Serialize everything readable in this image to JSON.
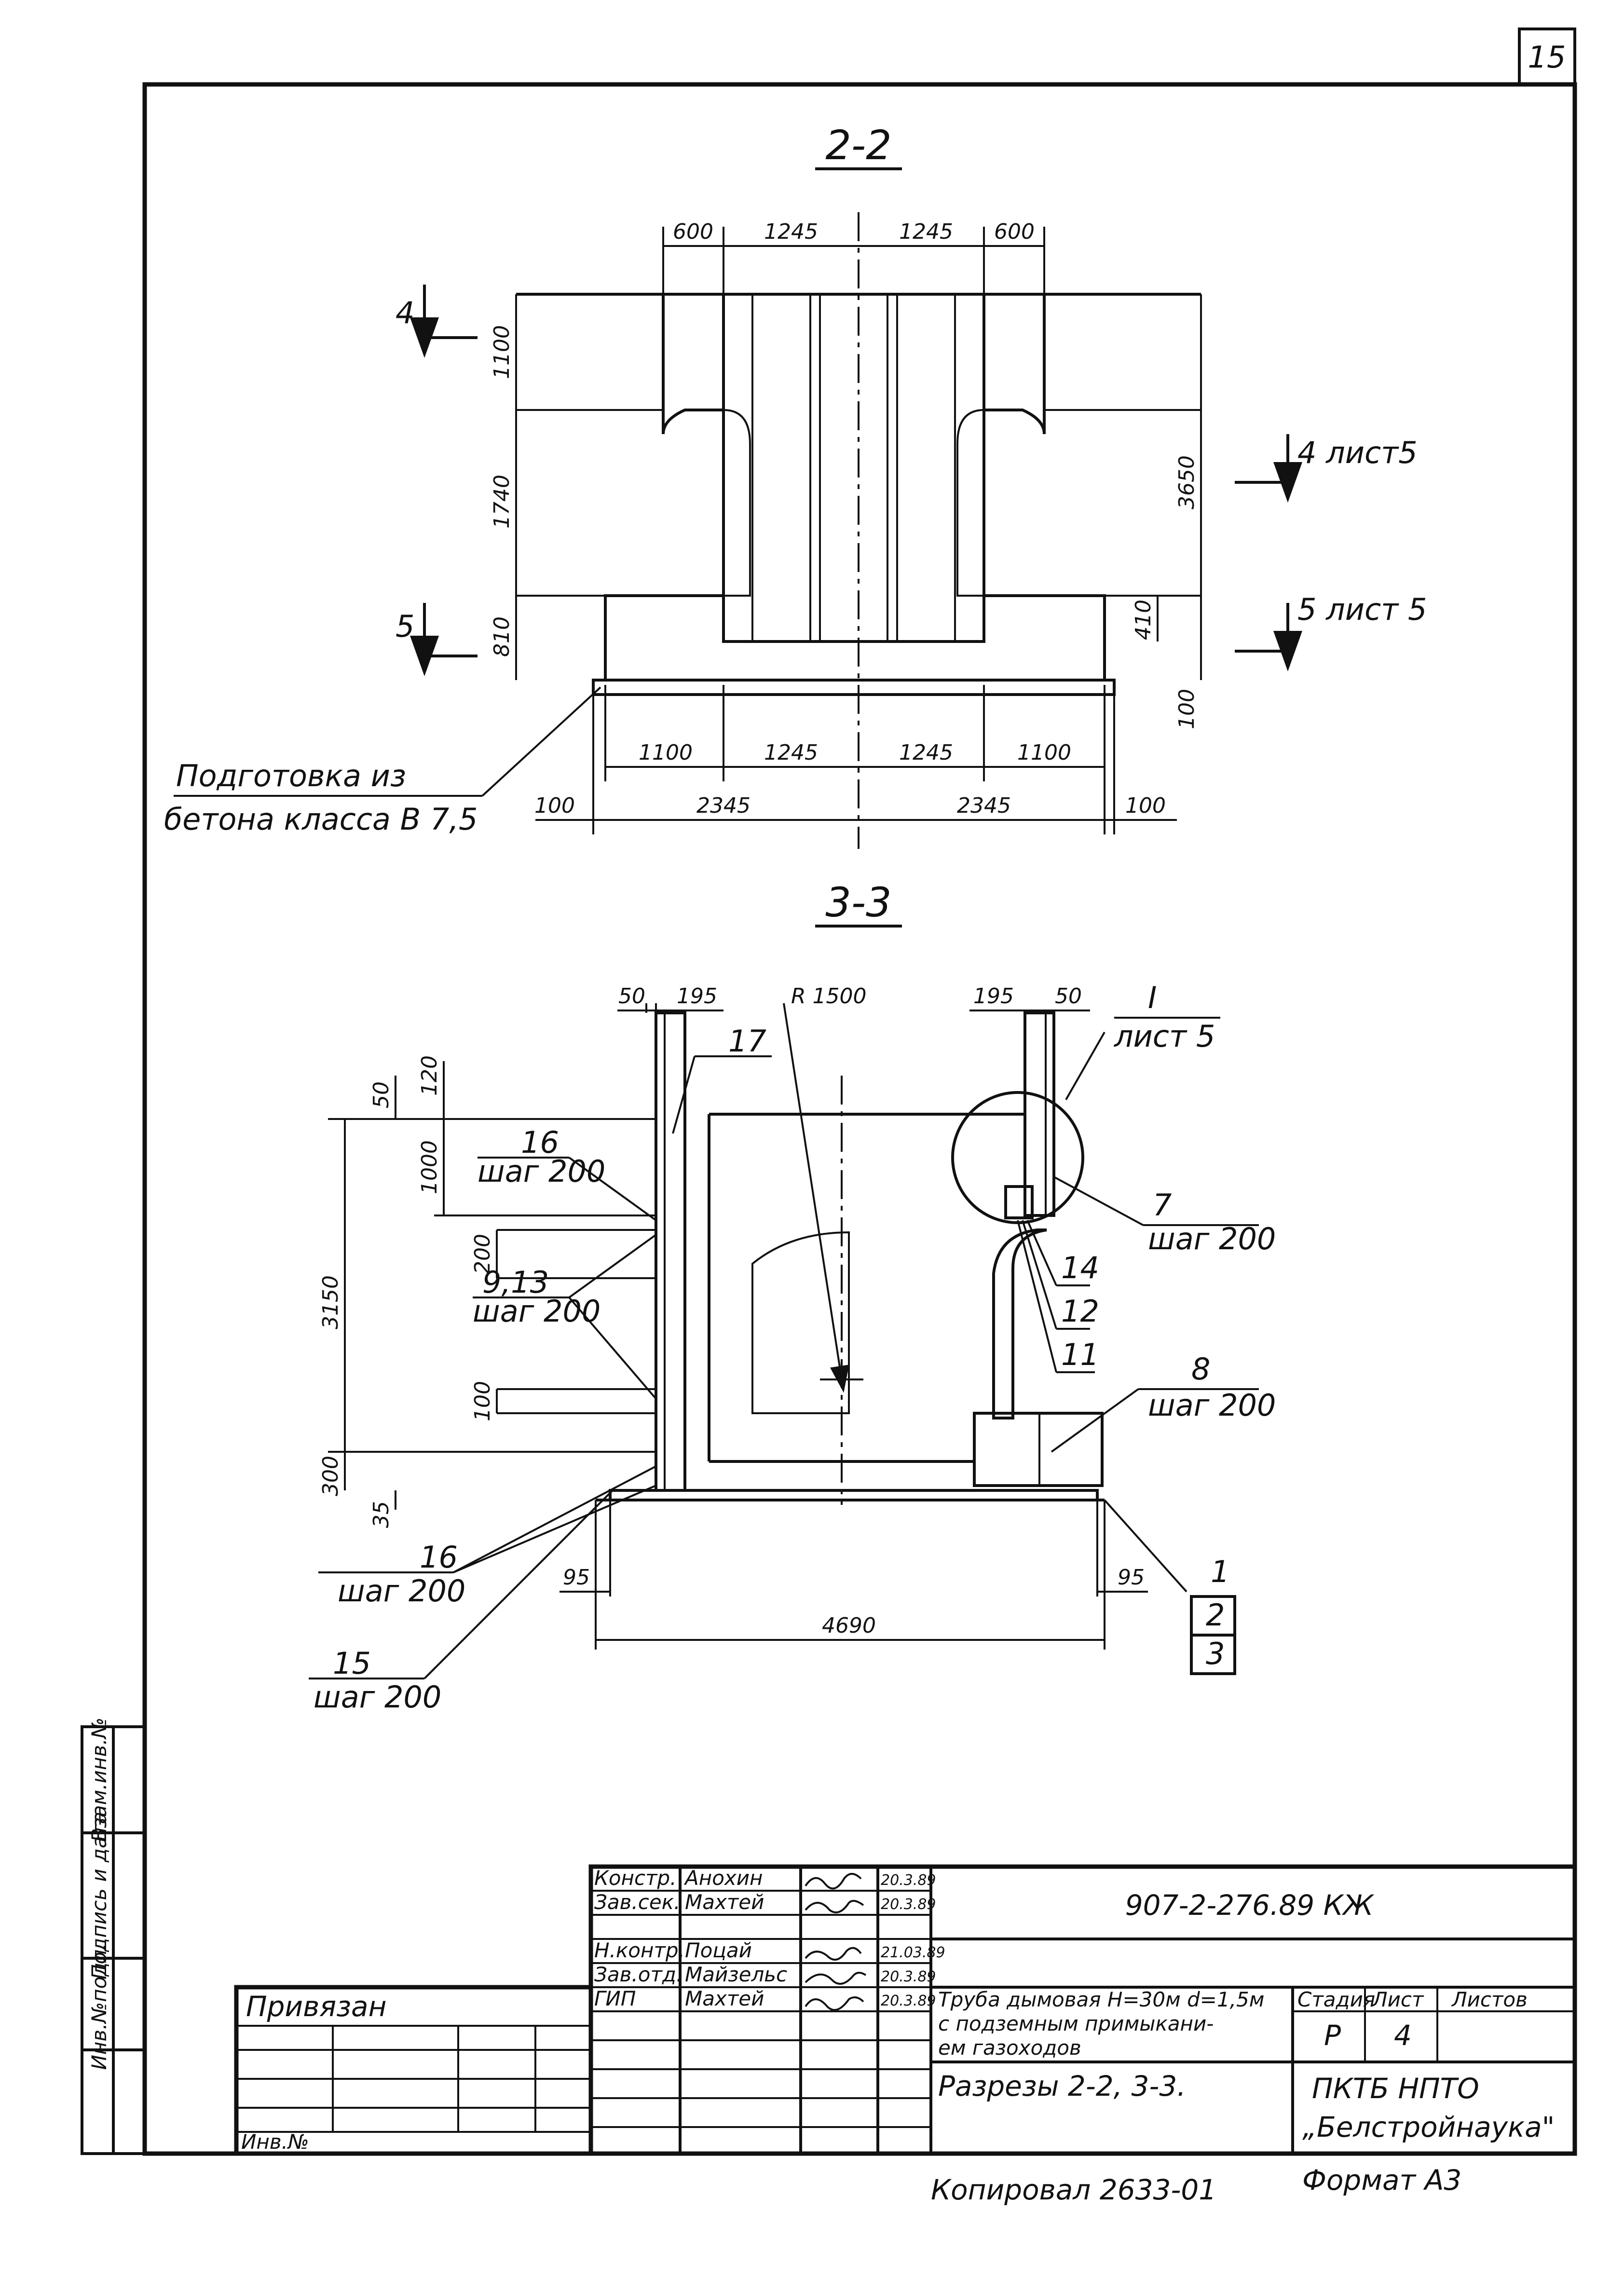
{
  "sheet_number": "15",
  "section_2_2": {
    "title": "2-2",
    "dims_top": [
      "600",
      "1245",
      "1245",
      "600"
    ],
    "dims_left": [
      "1100",
      "1740",
      "810"
    ],
    "dim_right_height": "3650",
    "dim_right_410": "410",
    "dim_right_100": "100",
    "dims_bottom_1": [
      "1100",
      "1245",
      "1245",
      "1100"
    ],
    "dims_bottom_2": [
      "100",
      "2345",
      "2345",
      "100"
    ],
    "cut_left_top": "4",
    "cut_left_bottom": "5",
    "cut_right_top": "4 лист5",
    "cut_right_bottom": "5 лист 5",
    "prep_label_line1": "Подготовка из",
    "prep_label_line2": "бетона класса В 7,5"
  },
  "section_3_3": {
    "title": "3-3",
    "dim_50_left": "50",
    "dim_195_left": "195",
    "dim_radius": "R 1500",
    "dim_195_right": "195",
    "dim_50_right": "50",
    "callout_I": "I",
    "callout_I_sheet": "лист 5",
    "dim_50_vert": "50",
    "dim_120": "120",
    "dim_1000": "1000",
    "dim_3150": "3150",
    "dim_200": "200",
    "dim_100": "100",
    "dim_300": "300",
    "dim_35": "35",
    "dim_95_left": "95",
    "dim_95_right": "95",
    "dim_4690": "4690",
    "callouts": [
      {
        "pos": "17",
        "step": ""
      },
      {
        "pos": "16",
        "step": "шаг 200"
      },
      {
        "pos": "9,13",
        "step": "шаг 200"
      },
      {
        "pos": "16",
        "step": "шаг 200"
      },
      {
        "pos": "15",
        "step": "шаг 200"
      },
      {
        "pos": "7",
        "step": "шаг 200"
      },
      {
        "pos": "14",
        "step": ""
      },
      {
        "pos": "12",
        "step": ""
      },
      {
        "pos": "11",
        "step": ""
      },
      {
        "pos": "8",
        "step": "шаг 200"
      }
    ],
    "layers": [
      "1",
      "2",
      "3"
    ]
  },
  "side_stamp": {
    "inv_podl": "Инв.№подл.",
    "podpis": "Подпись и дата",
    "vzam": "Взам.инв.№"
  },
  "title_block": {
    "roles": [
      "Констр.",
      "Зав.сек.",
      "Н.контр.",
      "Зав.отд.",
      "ГИП"
    ],
    "names": [
      "Анохин",
      "Махтей",
      "Поцай",
      "Майзельс",
      "Махтей"
    ],
    "dates": [
      "20.3.89",
      "20.3.89",
      "21.03.89",
      "20.3.89",
      "20.3.89"
    ],
    "doc_code": "907-2-276.89 КЖ",
    "title_line1": "Труба дымовая Н=30м d=1,5м",
    "title_line2": "с подземным примыкани-",
    "title_line3": "ем газоходов",
    "sheet_title": "Разрезы 2-2, 3-3.",
    "stage_label": "Стадия",
    "sheet_label": "Лист",
    "sheets_label": "Листов",
    "stage": "Р",
    "sheet": "4",
    "org_line1": "ПКТБ НПТО",
    "org_line2": "„Белстройнаука\"",
    "privyazan": "Привязан",
    "inv_no": "Инв.№"
  },
  "footer": {
    "copied": "Копировал 2633-01",
    "format": "Формат А3"
  }
}
